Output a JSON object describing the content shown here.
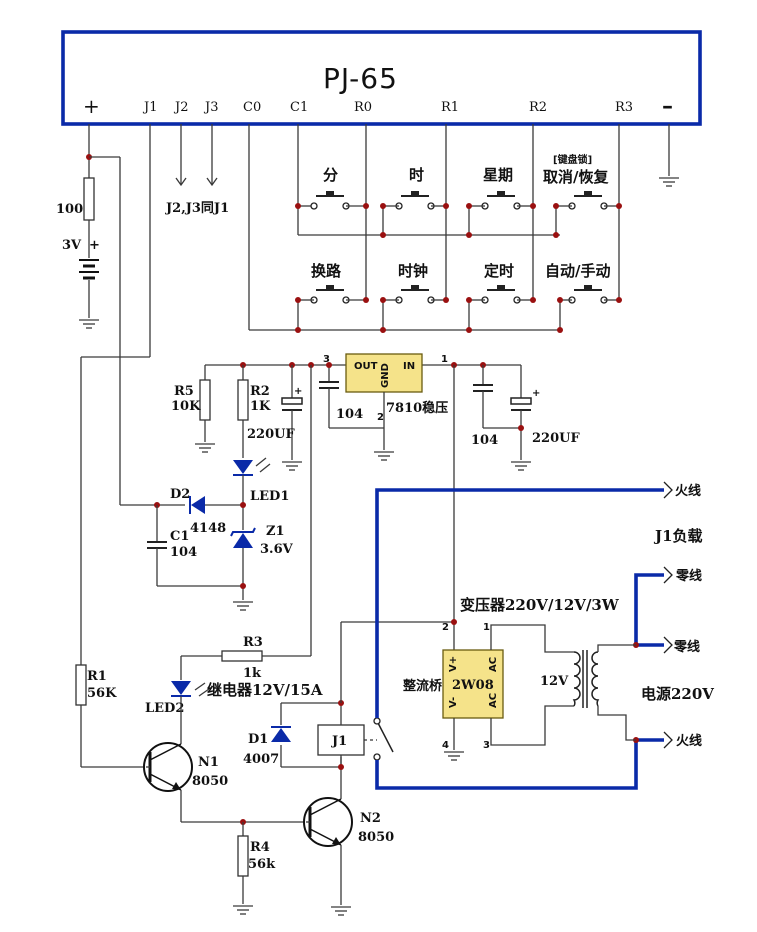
{
  "module": {
    "title": "PJ-65",
    "plus": "+",
    "minus": "–",
    "pins": [
      "J1",
      "J2",
      "J3",
      "C0",
      "C1",
      "R0",
      "R1",
      "R2",
      "R3"
    ]
  },
  "keys": {
    "min": "分",
    "hour": "时",
    "week": "星期",
    "lock_note": "[键盘锁]",
    "cancel": "取消/恢复",
    "switch_circuit": "换路",
    "clock": "时钟",
    "timer": "定时",
    "auto_manual": "自动/手动"
  },
  "notes": {
    "j23": "J2,J3同J1"
  },
  "parts": {
    "r100": "100",
    "bat": "3V",
    "bat_plus": "+",
    "r5_name": "R5",
    "r5_val": "10K",
    "r2_name": "R2",
    "r2_val": "1K",
    "c220a": "220UF",
    "c104a": "104",
    "reg_out": "OUT",
    "reg_gnd": "GND",
    "reg_in": "IN",
    "reg_p3": "3",
    "reg_p2": "2",
    "reg_p1": "1",
    "reg_label": "7810稳压",
    "c104b": "104",
    "c220b": "220UF",
    "d2_name": "D2",
    "d2_val": "4148",
    "led1": "LED1",
    "c1_name": "C1",
    "c1_val": "104",
    "z1_name": "Z1",
    "z1_val": "3.6V",
    "r3_name": "R3",
    "r3_val": "1k",
    "relay": "继电器12V/15A",
    "led2": "LED2",
    "d1_name": "D1",
    "d1_val": "4007",
    "j1": "J1",
    "r1_name": "R1",
    "r1_val": "56K",
    "n1_name": "N1",
    "n1_val": "8050",
    "r4_name": "R4",
    "r4_val": "56k",
    "n2_name": "N2",
    "n2_val": "8050",
    "rect_label": "整流桥",
    "bridge": "2W08",
    "br_vplus": "V+",
    "br_vminus": "V-",
    "br_ac1": "AC",
    "br_ac2": "AC",
    "br_p2": "2",
    "br_p1": "1",
    "br_p4": "4",
    "br_p3": "3",
    "transformer": "变压器220V/12V/3W",
    "tr_12v": "12V"
  },
  "mains": {
    "live1": "火线",
    "load": "J1负载",
    "neutral1": "零线",
    "neutral2": "零线",
    "source": "电源220V",
    "live2": "火线"
  }
}
